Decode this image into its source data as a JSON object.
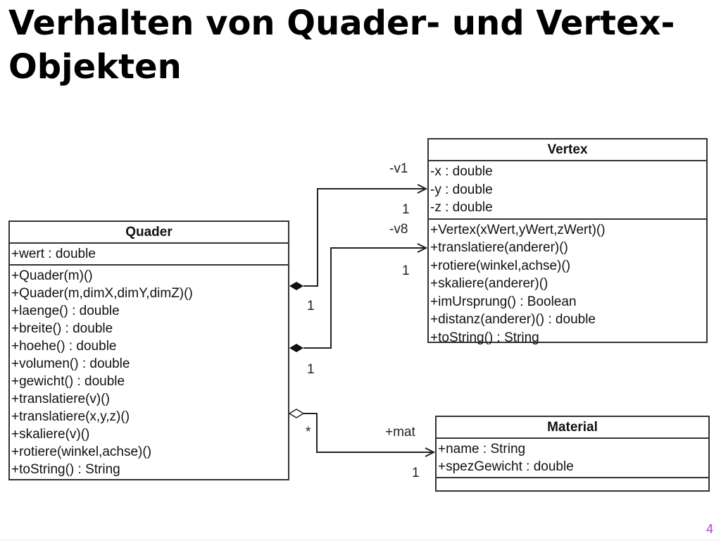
{
  "slide": {
    "title": "Verhalten von Quader- und Vertex-Objekten",
    "page_number": "4"
  },
  "diagram": {
    "classes": {
      "quader": {
        "name": "Quader",
        "attributes": [
          "+wert : double"
        ],
        "operations": [
          "+Quader(m)()",
          "+Quader(m,dimX,dimY,dimZ)()",
          "+laenge() : double",
          "+breite() : double",
          "+hoehe() : double",
          "+volumen() : double",
          "+gewicht() : double",
          "+translatiere(v)()",
          "+translatiere(x,y,z)()",
          "+skaliere(v)()",
          "+rotiere(winkel,achse)()",
          "+toString() : String"
        ]
      },
      "vertex": {
        "name": "Vertex",
        "attributes": [
          "-x : double",
          "-y : double",
          "-z : double"
        ],
        "operations": [
          "+Vertex(xWert,yWert,zWert)()",
          "+translatiere(anderer)()",
          "+rotiere(winkel,achse)()",
          "+skaliere(anderer)()",
          "+imUrsprung() : Boolean",
          "+distanz(anderer)() : double",
          "+toString() : String"
        ]
      },
      "material": {
        "name": "Material",
        "attributes": [
          "+name : String",
          "+spezGewicht : double"
        ],
        "operations": []
      }
    },
    "associations": {
      "v1": {
        "role": "-v1",
        "source_multiplicity": "1",
        "target_multiplicity": "1"
      },
      "v8": {
        "role": "-v8",
        "source_multiplicity": "1",
        "target_multiplicity": "1"
      },
      "mat": {
        "role": "+mat",
        "source_multiplicity": "*",
        "target_multiplicity": "1"
      }
    }
  }
}
